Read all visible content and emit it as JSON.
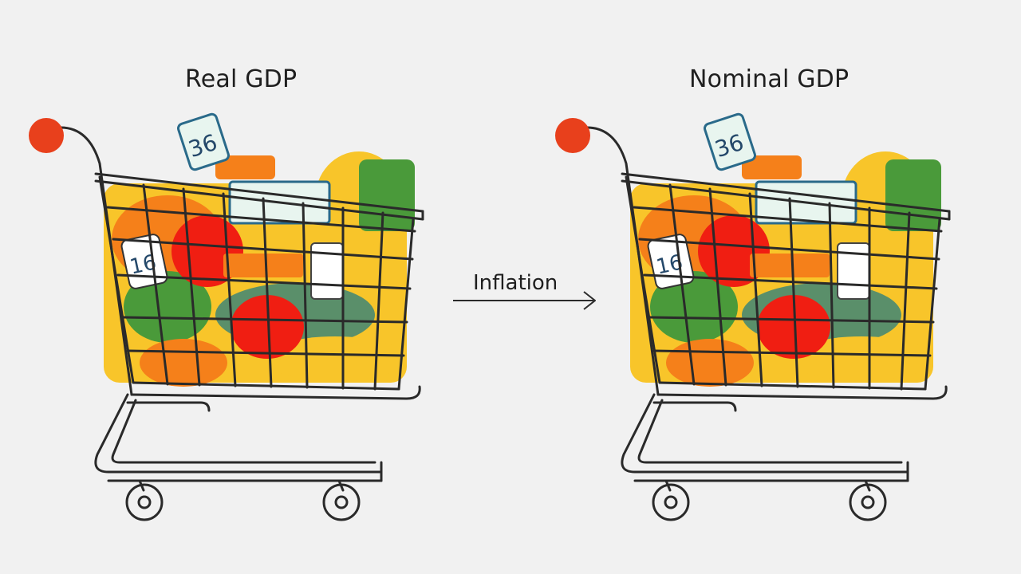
{
  "diagram": {
    "left_panel": {
      "title": "Real GDP",
      "tags": [
        "36",
        "16"
      ]
    },
    "right_panel": {
      "title": "Nominal GDP",
      "tags": [
        "36",
        "16"
      ]
    },
    "transition": {
      "label": "Inflation"
    }
  },
  "colors": {
    "background": "#f1f1f1",
    "handle_knob": "#e8401c",
    "cart_outline": "#2a2a2a",
    "produce_red": "#f01e12",
    "produce_orange": "#f5801a",
    "produce_yellow": "#f8c52a",
    "produce_green": "#4a9a3a"
  },
  "icons": {
    "cart": "shopping-cart-icon",
    "arrow": "right-arrow-icon"
  }
}
